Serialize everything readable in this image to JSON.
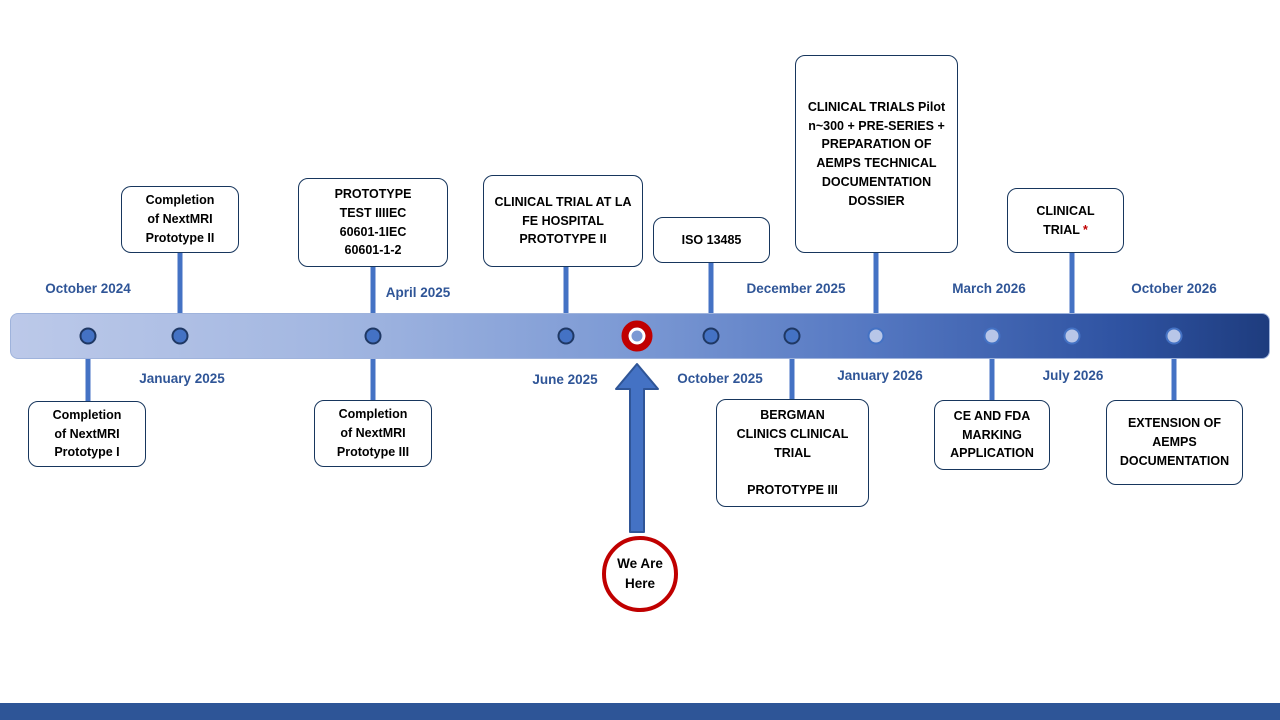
{
  "colors": {
    "accent_blue": "#4472C4",
    "dark_blue": "#2F5597",
    "navy_border": "#17365D",
    "red": "#C00000",
    "bar_gradient_start": "#BCC9E9",
    "bar_gradient_end": "#1E3C7E"
  },
  "we_are_here": {
    "label": "We Are\nHere"
  },
  "events": [
    {
      "date": "October 2024",
      "callout": "Completion\nof NextMRI\nPrototype I"
    },
    {
      "date": "January 2025",
      "callout": "Completion\nof NextMRI\nPrototype II"
    },
    {
      "date": "April 2025",
      "callout_above": "PROTOTYPE\nTEST IIIIEC\n60601-1IEC\n60601-1-2",
      "callout_below": "Completion\nof NextMRI\nPrototype III"
    },
    {
      "date": "June 2025",
      "callout": "CLINICAL TRIAL AT LA\nFE HOSPITAL\nPROTOTYPE II"
    },
    {
      "date": "October 2025",
      "callout": "ISO 13485"
    },
    {
      "date": "December 2025",
      "callout": "BERGMAN\nCLINICS CLINICAL\nTRIAL\n\nPROTOTYPE III"
    },
    {
      "date": "January 2026",
      "callout": "CLINICAL TRIALS Pilot\nn~300 + PRE-SERIES +\nPREPARATION OF\nAEMPS TECHNICAL\nDOCUMENTATION\nDOSSIER"
    },
    {
      "date": "March 2026",
      "callout": "CE AND FDA\nMARKING\nAPPLICATION"
    },
    {
      "date": "July 2026",
      "callout": "CLINICAL\nTRIAL",
      "callout_asterisk": "*"
    },
    {
      "date": "October 2026",
      "callout": "EXTENSION OF\nAEMPS\nDOCUMENTATION"
    }
  ]
}
